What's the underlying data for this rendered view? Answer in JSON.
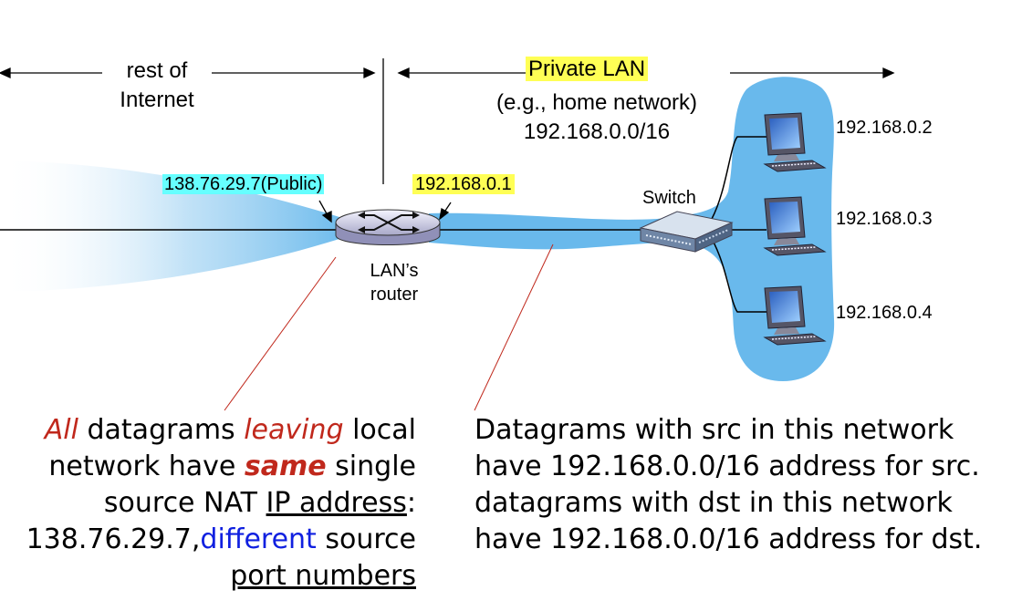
{
  "top_labels": {
    "rest_of_internet_line1": "rest of",
    "rest_of_internet_line2": "Internet",
    "private_lan": "Private LAN",
    "private_lan_example": "(e.g., home network)",
    "private_lan_prefix": "192.168.0.0/16"
  },
  "router": {
    "public_ip": "138.76.29.7(Public)",
    "private_ip": "192.168.0.1",
    "label_line1": "LAN’s",
    "label_line2": "router"
  },
  "switch": {
    "label": "Switch"
  },
  "hosts": [
    {
      "ip": "192.168.0.2"
    },
    {
      "ip": "192.168.0.3"
    },
    {
      "ip": "192.168.0.4"
    }
  ],
  "left_note": {
    "line1_a": "All",
    "line1_b": " datagrams ",
    "line1_c": "leaving",
    "line1_d": " local",
    "line2_a": "network have ",
    "line2_b": "same",
    "line2_c": " single",
    "line3_a": "source NAT ",
    "line3_b": "IP address",
    "line3_c": ":",
    "line4_a": "138.76.29.7,",
    "line4_b": "different",
    "line4_c": " source",
    "line5": "port numbers"
  },
  "right_note": {
    "line1": "Datagrams with src in this network",
    "line2": "have 192.168.0.0/16 address for src.",
    "line3": "datagrams with dst in this network",
    "line4": "have 192.168.0.0/16 address for dst."
  },
  "colors": {
    "lan_blue": "#69b9ec",
    "public_highlight": "#66ffff",
    "private_highlight": "#ffff55",
    "emphasis_red": "#c0281c",
    "emphasis_blue": "#1020e0"
  }
}
